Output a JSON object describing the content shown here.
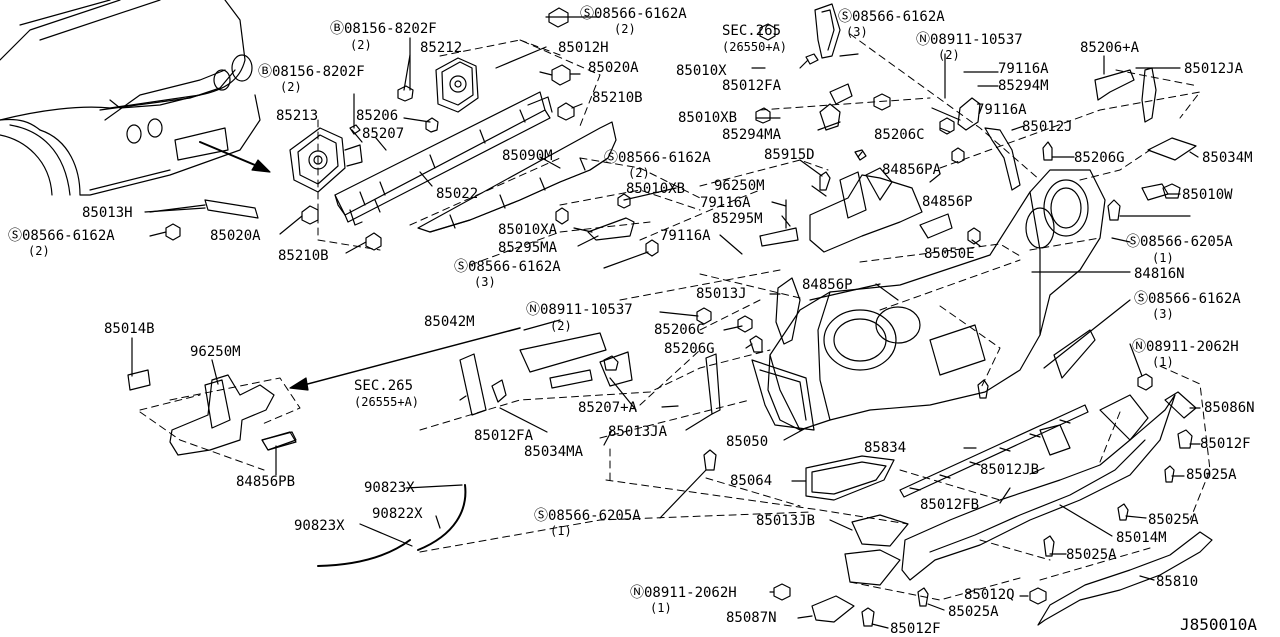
{
  "diagram": {
    "code": "J850010A",
    "parts": [
      {
        "id": "p01",
        "text": "Ⓢ08566-6162A"
      },
      {
        "id": "p02",
        "text": "(2)"
      },
      {
        "id": "p03",
        "text": "Ⓑ08156-8202F"
      },
      {
        "id": "p04",
        "text": "(2)"
      },
      {
        "id": "p05",
        "text": "85212"
      },
      {
        "id": "p06",
        "text": "85012H"
      },
      {
        "id": "p07",
        "text": "Ⓑ08156-8202F"
      },
      {
        "id": "p08",
        "text": "(2)"
      },
      {
        "id": "p09",
        "text": "85020A"
      },
      {
        "id": "p10",
        "text": "85213"
      },
      {
        "id": "p11",
        "text": "85206"
      },
      {
        "id": "p12",
        "text": "85210B"
      },
      {
        "id": "p13",
        "text": "85207"
      },
      {
        "id": "p14",
        "text": "85090M"
      },
      {
        "id": "p15",
        "text": "85022"
      },
      {
        "id": "p16",
        "text": "85013H"
      },
      {
        "id": "p17",
        "text": "Ⓢ08566-6162A"
      },
      {
        "id": "p18",
        "text": "(2)"
      },
      {
        "id": "p19",
        "text": "85020A"
      },
      {
        "id": "p20",
        "text": "85210B"
      },
      {
        "id": "p21",
        "text": "SEC.265"
      },
      {
        "id": "p22",
        "text": "(26550+A)"
      },
      {
        "id": "p23",
        "text": "85010X"
      },
      {
        "id": "p24",
        "text": "85012FA"
      },
      {
        "id": "p25",
        "text": "Ⓢ08566-6162A"
      },
      {
        "id": "p26",
        "text": "(3)"
      },
      {
        "id": "p27",
        "text": "Ⓝ08911-10537"
      },
      {
        "id": "p28",
        "text": "(2)"
      },
      {
        "id": "p29",
        "text": "85206+A"
      },
      {
        "id": "p30",
        "text": "85012JA"
      },
      {
        "id": "p31",
        "text": "79116A"
      },
      {
        "id": "p32",
        "text": "85294M"
      },
      {
        "id": "p33",
        "text": "85010XB"
      },
      {
        "id": "p34",
        "text": "85294MA"
      },
      {
        "id": "p35",
        "text": "79116A"
      },
      {
        "id": "p36",
        "text": "85012J"
      },
      {
        "id": "p37",
        "text": "85206C"
      },
      {
        "id": "p38",
        "text": "85915D"
      },
      {
        "id": "p39",
        "text": "85206G"
      },
      {
        "id": "p40",
        "text": "85034M"
      },
      {
        "id": "p41",
        "text": "Ⓢ08566-6162A"
      },
      {
        "id": "p42",
        "text": "(2)"
      },
      {
        "id": "p43",
        "text": "84856PA"
      },
      {
        "id": "p44",
        "text": "85010XB"
      },
      {
        "id": "p45",
        "text": "96250M"
      },
      {
        "id": "p46",
        "text": "84856P"
      },
      {
        "id": "p47",
        "text": "85010W"
      },
      {
        "id": "p48",
        "text": "79116A"
      },
      {
        "id": "p49",
        "text": "85295M"
      },
      {
        "id": "p50",
        "text": "85010XA"
      },
      {
        "id": "p51",
        "text": "85295MA"
      },
      {
        "id": "p52",
        "text": "79116A"
      },
      {
        "id": "p53",
        "text": "85050E"
      },
      {
        "id": "p54",
        "text": "Ⓢ08566-6205A"
      },
      {
        "id": "p55",
        "text": "(1)"
      },
      {
        "id": "p56",
        "text": "Ⓢ08566-6162A"
      },
      {
        "id": "p57",
        "text": "(3)"
      },
      {
        "id": "p58",
        "text": "84816N"
      },
      {
        "id": "p59",
        "text": "84856P"
      },
      {
        "id": "p60",
        "text": "Ⓢ08566-6162A"
      },
      {
        "id": "p61",
        "text": "(3)"
      },
      {
        "id": "p62",
        "text": "85013J"
      },
      {
        "id": "p63",
        "text": "85042M"
      },
      {
        "id": "p64",
        "text": "Ⓝ08911-10537"
      },
      {
        "id": "p65",
        "text": "(2)"
      },
      {
        "id": "p66",
        "text": "85206C"
      },
      {
        "id": "p67",
        "text": "85206G"
      },
      {
        "id": "p68",
        "text": "85014B"
      },
      {
        "id": "p69",
        "text": "96250M"
      },
      {
        "id": "p70",
        "text": "Ⓝ08911-2062H"
      },
      {
        "id": "p71",
        "text": "(1)"
      },
      {
        "id": "p72",
        "text": "SEC.265"
      },
      {
        "id": "p73",
        "text": "(26555+A)"
      },
      {
        "id": "p74",
        "text": "85207+A"
      },
      {
        "id": "p75",
        "text": "85086N"
      },
      {
        "id": "p76",
        "text": "85012FA"
      },
      {
        "id": "p77",
        "text": "85013JA"
      },
      {
        "id": "p78",
        "text": "85050"
      },
      {
        "id": "p79",
        "text": "85012F"
      },
      {
        "id": "p80",
        "text": "85034MA"
      },
      {
        "id": "p81",
        "text": "85834"
      },
      {
        "id": "p82",
        "text": "85012JB"
      },
      {
        "id": "p83",
        "text": "85025A"
      },
      {
        "id": "p84",
        "text": "84856PB"
      },
      {
        "id": "p85",
        "text": "85064"
      },
      {
        "id": "p86",
        "text": "90823X"
      },
      {
        "id": "p87",
        "text": "85012FB"
      },
      {
        "id": "p88",
        "text": "90823X"
      },
      {
        "id": "p89",
        "text": "90822X"
      },
      {
        "id": "p90",
        "text": "Ⓢ08566-6205A"
      },
      {
        "id": "p91",
        "text": "(1)"
      },
      {
        "id": "p92",
        "text": "85013JB"
      },
      {
        "id": "p93",
        "text": "85014M"
      },
      {
        "id": "p94",
        "text": "85025A"
      },
      {
        "id": "p95",
        "text": "85025A"
      },
      {
        "id": "p96",
        "text": "Ⓝ08911-2062H"
      },
      {
        "id": "p97",
        "text": "(1)"
      },
      {
        "id": "p98",
        "text": "85012Q"
      },
      {
        "id": "p99",
        "text": "85810"
      },
      {
        "id": "p100",
        "text": "85025A"
      },
      {
        "id": "p101",
        "text": "85087N"
      },
      {
        "id": "p102",
        "text": "85012F"
      }
    ]
  }
}
